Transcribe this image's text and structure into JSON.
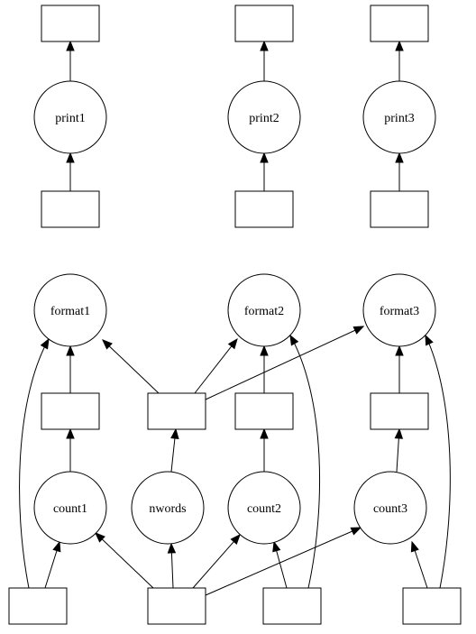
{
  "diagram": {
    "type": "directed-graph",
    "node_shapes": {
      "process": "circle",
      "data": "box"
    },
    "colors": {
      "stroke": "#000000",
      "fill": "#ffffff"
    },
    "processes": [
      {
        "id": "print1",
        "label": "print1"
      },
      {
        "id": "print2",
        "label": "print2"
      },
      {
        "id": "print3",
        "label": "print3"
      },
      {
        "id": "format1",
        "label": "format1"
      },
      {
        "id": "format2",
        "label": "format2"
      },
      {
        "id": "format3",
        "label": "format3"
      },
      {
        "id": "count1",
        "label": "count1"
      },
      {
        "id": "nwords",
        "label": "nwords"
      },
      {
        "id": "count2",
        "label": "count2"
      },
      {
        "id": "count3",
        "label": "count3"
      }
    ],
    "data_nodes": [
      "out_print1",
      "out_print2",
      "out_print3",
      "out_format1",
      "out_format2",
      "out_format3",
      "out_count1",
      "out_nwords",
      "out_count2",
      "out_count3",
      "in_file1",
      "in_shared",
      "in_file2",
      "in_file3"
    ],
    "edges": [
      [
        "print1",
        "out_print1"
      ],
      [
        "print2",
        "out_print2"
      ],
      [
        "print3",
        "out_print3"
      ],
      [
        "out_format1",
        "print1"
      ],
      [
        "out_format2",
        "print2"
      ],
      [
        "out_format3",
        "print3"
      ],
      [
        "out_count1",
        "format1"
      ],
      [
        "out_count2",
        "format2"
      ],
      [
        "out_count3",
        "format3"
      ],
      [
        "out_nwords",
        "format1"
      ],
      [
        "out_nwords",
        "format2"
      ],
      [
        "out_nwords",
        "format3"
      ],
      [
        "count1",
        "out_count1"
      ],
      [
        "nwords",
        "out_nwords"
      ],
      [
        "count2",
        "out_count2"
      ],
      [
        "count3",
        "out_count3"
      ],
      [
        "in_file1",
        "count1"
      ],
      [
        "in_file1",
        "format1"
      ],
      [
        "in_shared",
        "count1"
      ],
      [
        "in_shared",
        "nwords"
      ],
      [
        "in_shared",
        "count2"
      ],
      [
        "in_shared",
        "count3"
      ],
      [
        "in_file2",
        "count2"
      ],
      [
        "in_file2",
        "format2"
      ],
      [
        "in_file3",
        "count3"
      ],
      [
        "in_file3",
        "format3"
      ]
    ]
  }
}
